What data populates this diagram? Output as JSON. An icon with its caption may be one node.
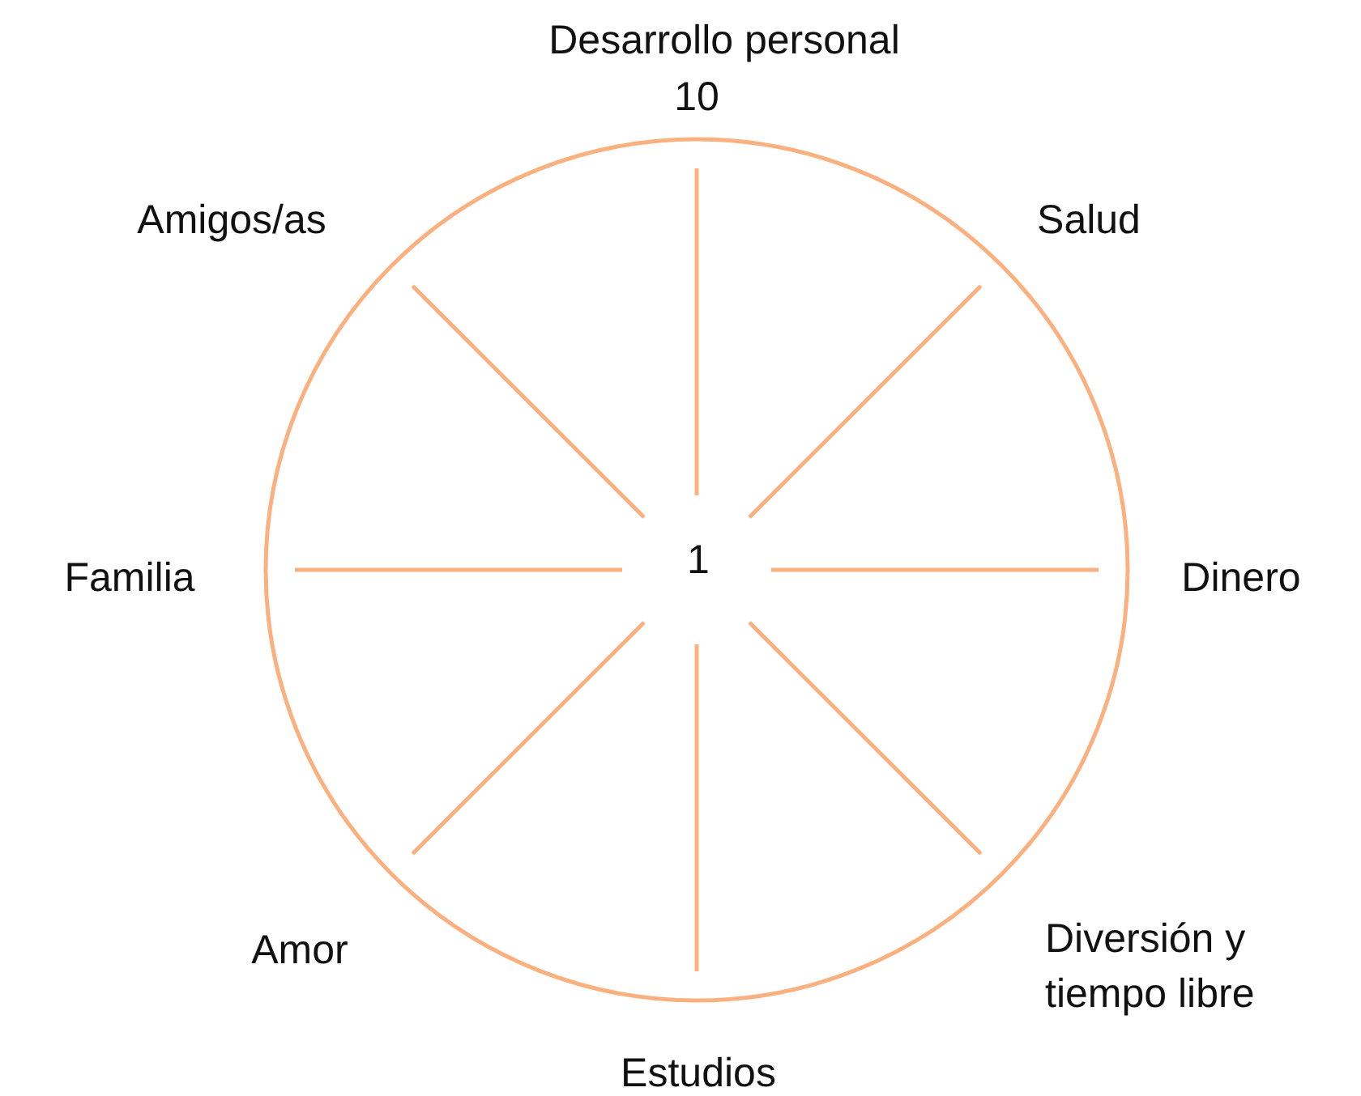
{
  "diagram": {
    "labels": [
      "Desarrollo personal",
      "10",
      "Amigos/as",
      "Salud",
      "Familia",
      "1",
      "Dinero",
      "Amor",
      "Diversión y tiempo libre",
      "Estudios"
    ]
  }
}
